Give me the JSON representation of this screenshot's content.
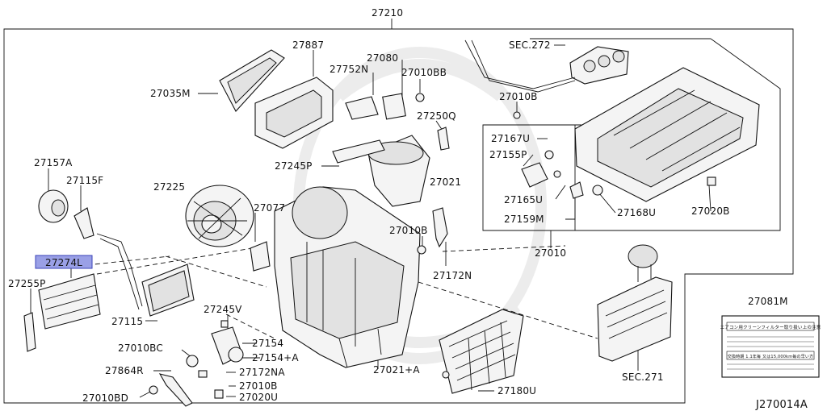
{
  "diagram_id": "J270014A",
  "callouts": {
    "c27210": "27210",
    "c27887": "27887",
    "c27080": "27080",
    "c27752N": "27752N",
    "c27010BB": "27010BB",
    "c27035M": "27035M",
    "c27250Q": "27250Q",
    "c27245P": "27245P",
    "c27021": "27021",
    "c27157A": "27157A",
    "c27115F": "27115F",
    "c27225": "27225",
    "c27077": "27077",
    "c27274L": "27274L",
    "c27255P": "27255P",
    "c27115": "27115",
    "c27010B_mid": "27010B",
    "c27172N": "27172N",
    "c27245V": "27245V",
    "c27154": "27154",
    "c27154A": "27154+A",
    "c27010BC": "27010BC",
    "c27172NA": "27172NA",
    "c27864R": "27864R",
    "c27010B_low": "27010B",
    "c27010BD": "27010BD",
    "c27020U": "27020U",
    "c27021A": "27021+A",
    "c27180U": "27180U",
    "cSEC271": "SEC.271",
    "cSEC272": "SEC.272",
    "c27010B_top": "27010B",
    "c27167U": "27167U",
    "c27155P": "27155P",
    "c27165U": "27165U",
    "c27159M": "27159M",
    "c27168U": "27168U",
    "c27020B": "27020B",
    "c27010": "27010",
    "c27081M": "27081M"
  },
  "highlighted_callout": "27274L",
  "label_card": {
    "heading": "エアコン用クリーンフィルター取り扱い上の注意",
    "line": "交換時期 1.1年毎 又は15,000km毎の早い方"
  },
  "colors": {
    "highlight_fill": "#9aa0e6",
    "highlight_stroke": "#3b43b8",
    "line": "#111111"
  }
}
